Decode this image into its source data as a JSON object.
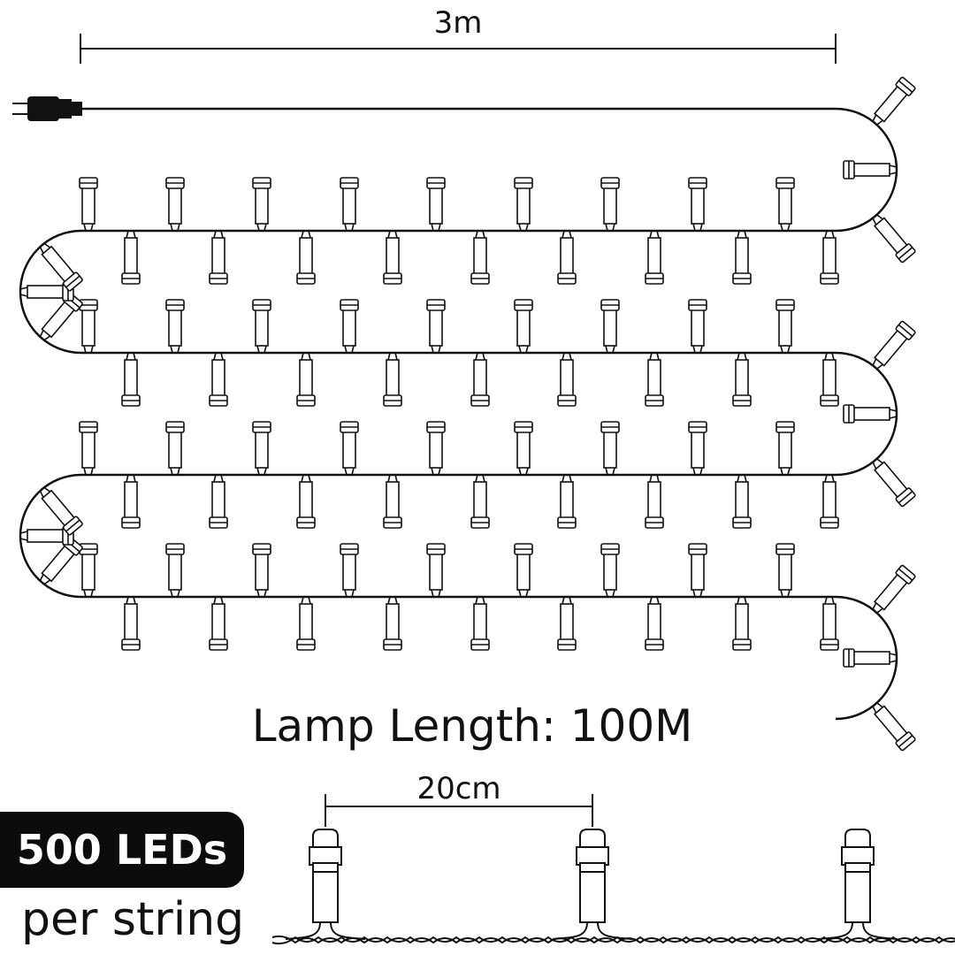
{
  "length_label": "3m",
  "lamp_length_label": "Lamp Length: 100M",
  "spacing_label": "20cm",
  "badge": {
    "leds": "500 LEDs",
    "subtitle": "per string"
  },
  "icons": [
    "plug-icon",
    "led-bulb-icon"
  ],
  "colors": {
    "line": "#111111",
    "badge_bg": "#0c0c0c",
    "badge_text": "#ffffff"
  }
}
